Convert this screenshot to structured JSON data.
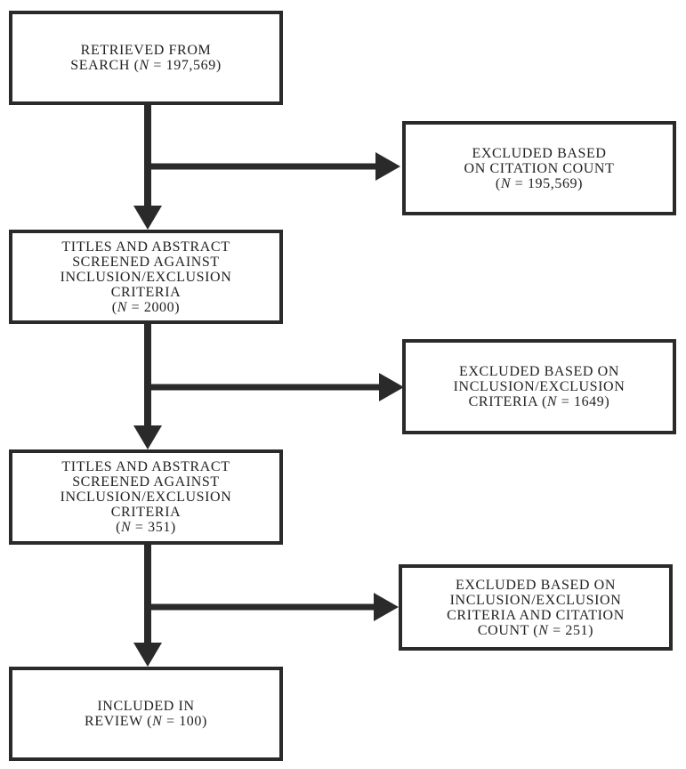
{
  "flowchart": {
    "main_steps": [
      {
        "id": "retrieved",
        "lines": [
          "RETRIEVED FROM",
          "SEARCH (|N| = 197,569)"
        ]
      },
      {
        "id": "screened-1",
        "lines": [
          "TITLES AND ABSTRACT",
          "SCREENED AGAINST",
          "INCLUSION/EXCLUSION",
          "CRITERIA",
          "(|N| = 2000)"
        ]
      },
      {
        "id": "screened-2",
        "lines": [
          "TITLES AND ABSTRACT",
          "SCREENED AGAINST",
          "INCLUSION/EXCLUSION",
          "CRITERIA",
          "(|N| = 351)"
        ]
      },
      {
        "id": "included",
        "lines": [
          "INCLUDED IN",
          "REVIEW (|N| = 100)"
        ]
      }
    ],
    "exclusions": [
      {
        "id": "excluded-citation",
        "lines": [
          "EXCLUDED BASED",
          "ON CITATION COUNT",
          "(|N| = 195,569)"
        ]
      },
      {
        "id": "excluded-criteria",
        "lines": [
          "EXCLUDED BASED ON",
          "INCLUSION/EXCLUSION",
          "CRITERIA (|N| = 1649)"
        ]
      },
      {
        "id": "excluded-criteria-citation",
        "lines": [
          "EXCLUDED BASED ON",
          "INCLUSION/EXCLUSION",
          "CRITERIA AND CITATION",
          "COUNT (|N| = 251)"
        ]
      }
    ],
    "colors": {
      "stroke": "#2a2a2a",
      "text": "#222222",
      "background": "#ffffff"
    }
  }
}
